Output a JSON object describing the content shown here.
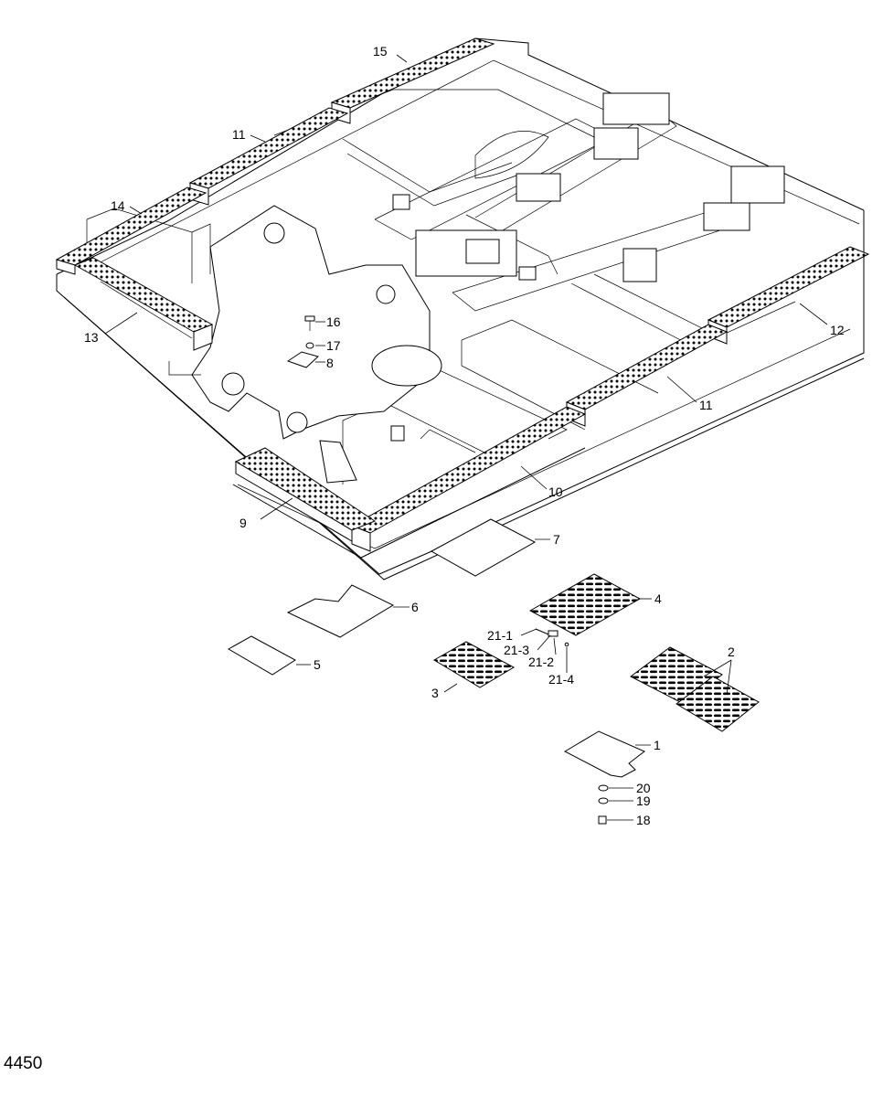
{
  "page_number": "4450",
  "callouts": {
    "c1": "1",
    "c2": "2",
    "c3": "3",
    "c4": "4",
    "c5": "5",
    "c6": "6",
    "c7": "7",
    "c8": "8",
    "c9": "9",
    "c10": "10",
    "c11a": "11",
    "c11b": "11",
    "c12": "12",
    "c13": "13",
    "c14": "14",
    "c15": "15",
    "c16": "16",
    "c17": "17",
    "c18": "18",
    "c19": "19",
    "c20": "20",
    "c21_1": "21-1",
    "c21_2": "21-2",
    "c21_3": "21-3",
    "c21_4": "21-4"
  }
}
